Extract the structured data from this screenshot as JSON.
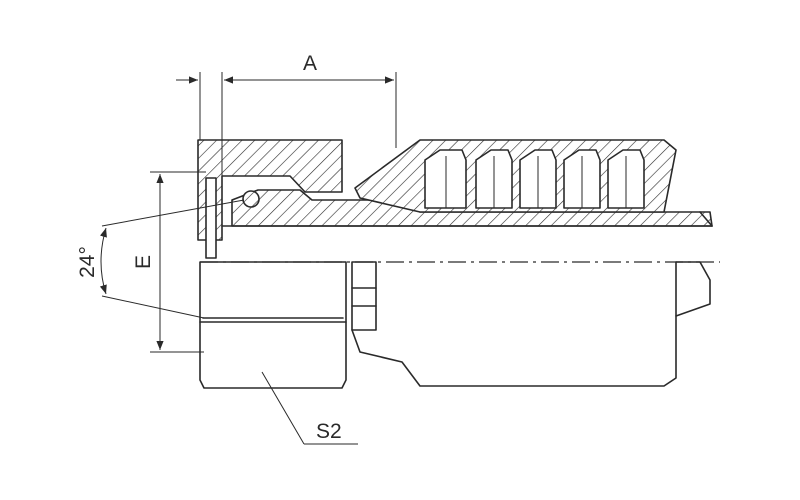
{
  "drawing": {
    "dimension_labels": {
      "length": "A",
      "diameter": "E",
      "angle": "24°",
      "hex_size": "S2"
    }
  }
}
